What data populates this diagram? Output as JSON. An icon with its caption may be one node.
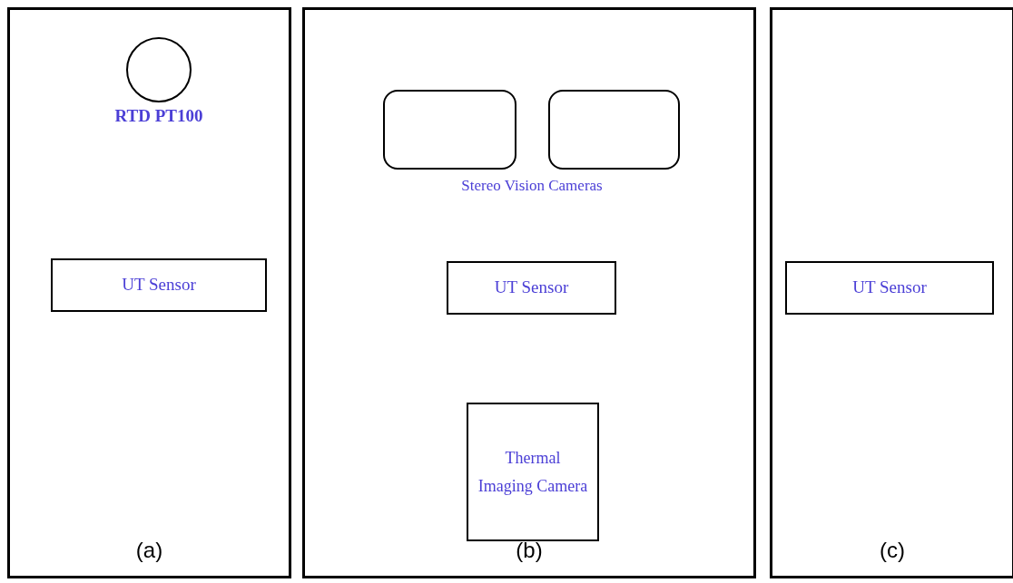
{
  "diagram": {
    "nodes": [
      {
        "text": [
          "(a)"
        ]
      },
      {
        "text": [],
        "shape": "circle",
        "beside": [
          "RTD PT100"
        ],
        "in": 0
      },
      {
        "text": [
          "UT Sensor"
        ],
        "in": 0
      },
      {
        "text": [
          "(b)"
        ]
      },
      {
        "text": [],
        "shape": "box",
        "in": 3
      },
      {
        "text": [],
        "shape": "box",
        "in": 3
      },
      {
        "text": [
          "UT Sensor"
        ],
        "in": 3
      },
      {
        "text": [
          "Thermal Imaging Camera"
        ],
        "in": 3
      },
      {
        "text": [
          "(c)"
        ]
      },
      {
        "text": [
          "UT Sensor"
        ],
        "in": 8
      }
    ],
    "edges": [],
    "labels": [
      "Stereo Vision Cameras"
    ]
  }
}
